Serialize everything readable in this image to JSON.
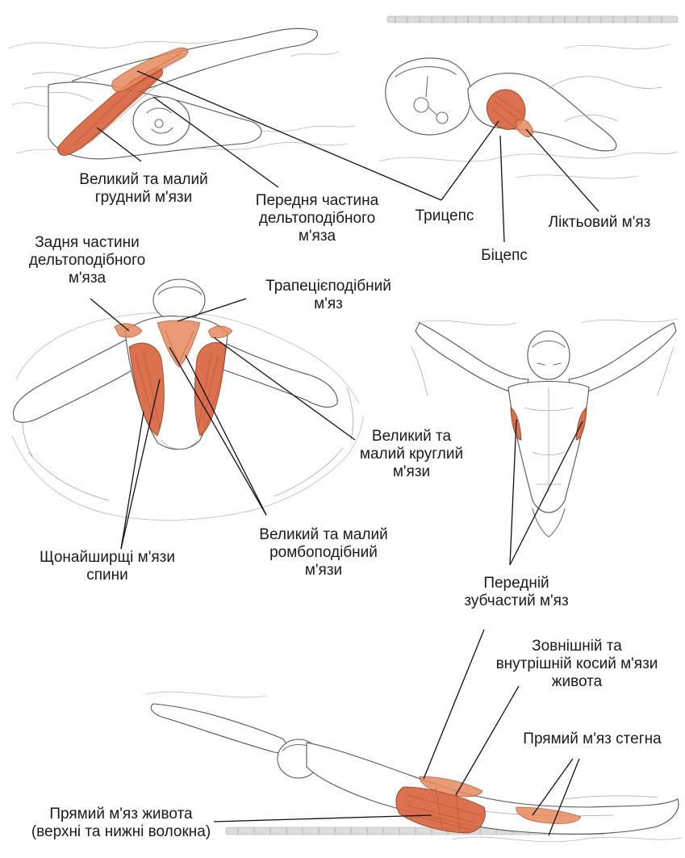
{
  "labels": {
    "pectoralis": [
      "Великий та малий",
      "грудний м'язи"
    ],
    "anterior_deltoid": [
      "Передня частина",
      "дельтоподібного",
      "м'яза"
    ],
    "triceps": [
      "Трицепс"
    ],
    "anconeus": [
      "Ліктьовий м'яз"
    ],
    "biceps": [
      "Біцепс"
    ],
    "posterior_deltoid": [
      "Задня частини",
      "дельтоподібного",
      "м'яза"
    ],
    "trapezius": [
      "Трапецієподібний",
      "м'яз"
    ],
    "teres": [
      "Великий та",
      "малий круглий",
      "м'язи"
    ],
    "latissimus": [
      "Щонайширщі  м'язи",
      "спини"
    ],
    "rhomboid": [
      "Великий та малий",
      "ромбоподібний",
      "м'язи"
    ],
    "serratus": [
      "Передній",
      "зубчастий м'яз"
    ],
    "obliques": [
      "Зовнішній та",
      "внутрішній косий м'язи",
      "живота"
    ],
    "rectus_femoris": [
      "Прямий м'яз стегна"
    ],
    "rectus_abdominis": [
      "Прямий м'яз живота",
      "(верхні та нижні волокна)"
    ]
  },
  "colors": {
    "muscle": "#d9653f",
    "sketch": "#6d6d6d",
    "leader": "#111111",
    "background": "#ffffff"
  }
}
